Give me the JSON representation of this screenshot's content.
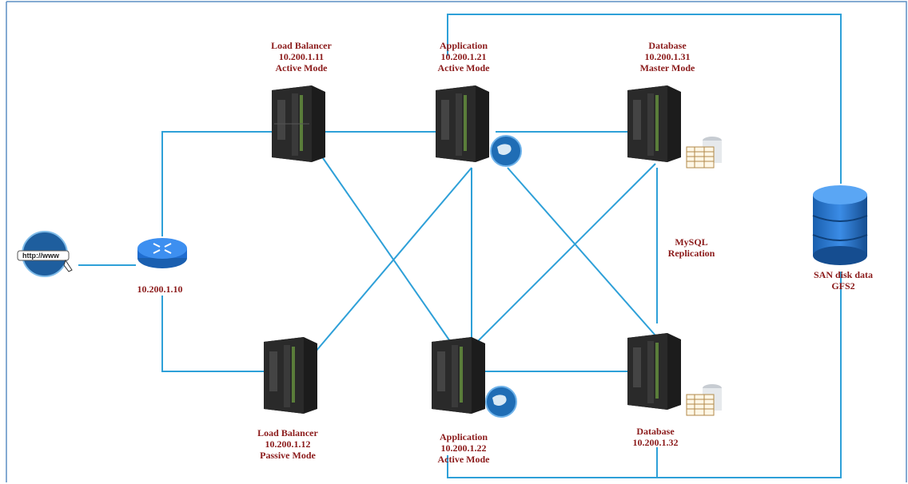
{
  "colors": {
    "line": "#2ea0d8",
    "frame": "#5b8ec4",
    "label": "#8b1a1a"
  },
  "nodes": {
    "lb1": {
      "lines": [
        "Load Balancer",
        "10.200.1.11",
        "Active Mode"
      ],
      "icon": "server-icon"
    },
    "app1": {
      "lines": [
        "Application",
        "10.200.1.21",
        "Active Mode"
      ],
      "icon": "server-icon"
    },
    "db1": {
      "lines": [
        "Database",
        "10.200.1.31",
        "Master Mode"
      ],
      "icon": "server-icon"
    },
    "lb2": {
      "lines": [
        "Load Balancer",
        "10.200.1.12",
        "Passive Mode"
      ],
      "icon": "server-icon"
    },
    "app2": {
      "lines": [
        "Application",
        "10.200.1.22",
        "Active Mode"
      ],
      "icon": "server-icon"
    },
    "db2": {
      "lines": [
        "Database",
        "10.200.1.32"
      ],
      "icon": "server-icon"
    },
    "router": {
      "lines": [
        "10.200.1.10"
      ],
      "icon": "router-icon"
    },
    "internet": {
      "icon": "internet-globe-icon",
      "text": "http://www"
    },
    "replication": {
      "lines": [
        "MySQL",
        "Replication"
      ]
    },
    "san": {
      "lines": [
        "SAN disk data",
        "GFS2"
      ],
      "icon": "database-cylinder-icon"
    }
  }
}
